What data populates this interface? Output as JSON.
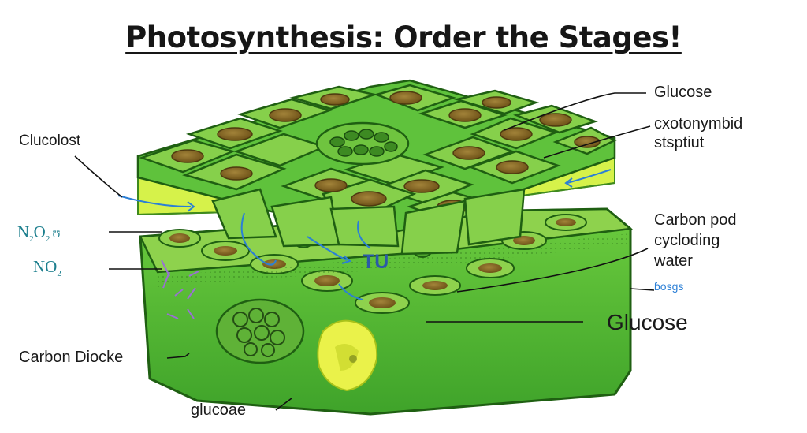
{
  "title": "Photosynthesis:  Order the Stages!",
  "labels": {
    "chloroplast_left": "Clucolost",
    "n2o2": {
      "main": "N",
      "sub1": "2",
      "mid": "O",
      "sub2": "2",
      "tail": " Ʊ"
    },
    "no2": {
      "main": "NO",
      "sub": "2"
    },
    "carbon_dioxide": "Carbon Diocke",
    "glucose_bottom": "glucoae",
    "glucose_top": "Glucose",
    "chlorophyll": "cxotonymbid",
    "stroma": "stsptiut",
    "cycle": [
      "Carbon pod",
      "cycloding",
      "water"
    ],
    "small_teal": "ɓosɡs",
    "glucose_right": "Glucose",
    "center_mark": "TU"
  },
  "colors": {
    "leaf_green": "#5fc23c",
    "dark_green": "#2f7d1c",
    "lime": "#d6f24a",
    "nucleus_brown": "#8a6a25",
    "teal_text": "#1d7f8e",
    "arrow_blue": "#2b7fd6"
  }
}
